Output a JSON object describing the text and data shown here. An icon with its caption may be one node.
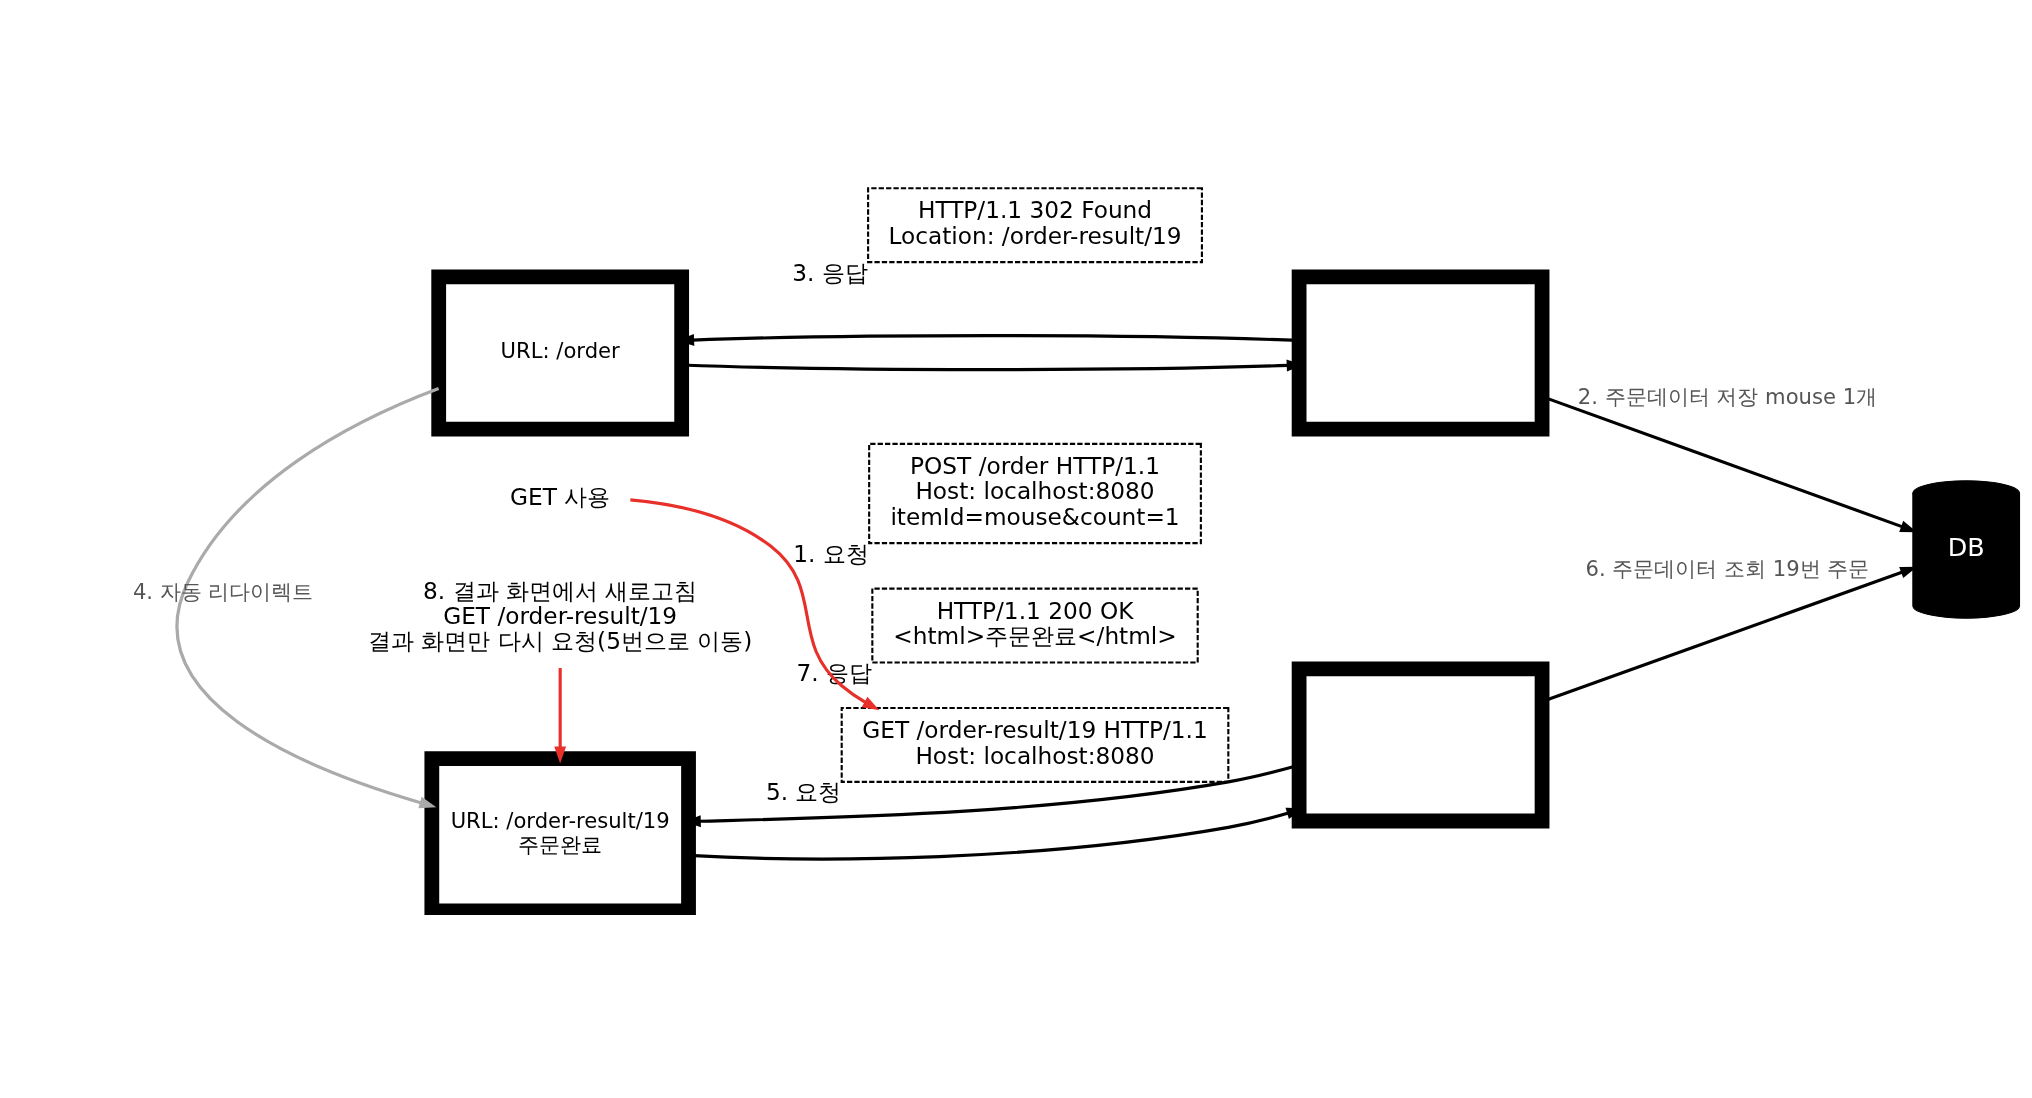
{
  "diagram": {
    "nodes": [
      {
        "text": [
          "URL: /order"
        ]
      },
      {
        "text": [],
        "shape": "box"
      },
      {
        "text": [
          "POST /order HTTP/1.1",
          "Host: localhost:8080",
          "itemId=mouse&count=1"
        ],
        "beside": [
          "1. 요청"
        ]
      },
      {
        "text": [
          "HTTP/1.1 302 Found",
          "Location: /order-result/19"
        ],
        "beside": [
          "3. 응답"
        ]
      },
      {
        "text": [
          "DB"
        ]
      },
      {
        "text": [
          "URL: /order-result/19",
          "주문완료"
        ]
      },
      {
        "text": [],
        "shape": "box"
      },
      {
        "text": [
          "GET /order-result/19 HTTP/1.1",
          "Host: localhost:8080"
        ],
        "beside": [
          "5. 요청"
        ]
      },
      {
        "text": [
          "HTTP/1.1 200 OK",
          "<html>주문완료</html>"
        ],
        "beside": [
          "7. 응답"
        ]
      },
      {
        "text": [
          "GET 사용"
        ]
      },
      {
        "text": [
          "8. 결과 화면에서 새로고침",
          "GET /order-result/19",
          "결과 화면만 다시 요청(5번으로 이동)"
        ]
      }
    ],
    "edges": [
      {
        "from": 0,
        "to": 1,
        "arrow": "to"
      },
      {
        "from": 1,
        "to": 0,
        "arrow": "to"
      },
      {
        "from": 1,
        "to": 4,
        "arrow": "to",
        "label": "2. 주문데이터 저장 mouse 1개"
      },
      {
        "from": 0,
        "to": 5,
        "arrow": "to",
        "label": "4. 자동 리다이렉트",
        "color": "#aaaaaa"
      },
      {
        "from": 5,
        "to": 6,
        "arrow": "to"
      },
      {
        "from": 6,
        "to": 5,
        "arrow": "to"
      },
      {
        "from": 6,
        "to": 4,
        "arrow": "to",
        "label": "6. 주문데이터 조회 19번 주문"
      },
      {
        "from": 9,
        "to": 7,
        "arrow": "to",
        "color": "#e8302a"
      },
      {
        "from": 10,
        "to": 5,
        "arrow": "to",
        "color": "#e8302a"
      }
    ]
  }
}
